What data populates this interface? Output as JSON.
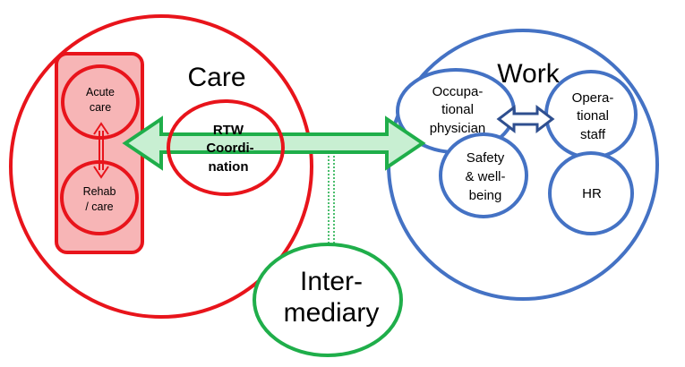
{
  "colors": {
    "care": "#e8141b",
    "care_fill": "#f7b5b6",
    "work": "#4472c4",
    "intermediary": "#1fae4a",
    "rtw_arrow": "#1fae4a",
    "rtw_arrow_fill": "#c8efd2",
    "work_arrow": "#2f4f8f",
    "background": "#ffffff"
  },
  "care": {
    "title": "Care",
    "acute_care": [
      "Acute",
      "care"
    ],
    "rehab_care": [
      "Rehab",
      "/ care"
    ],
    "rtw_coordination": [
      "RTW",
      "Coordi-",
      "nation"
    ]
  },
  "work": {
    "title": "Work",
    "occupational_physician": [
      "Occupa-",
      "tional",
      "physician"
    ],
    "operational_staff": [
      "Opera-",
      "tional",
      "staff"
    ],
    "safety_wellbeing": [
      "Safety",
      "& well-",
      "being"
    ],
    "hr": "HR"
  },
  "intermediary": {
    "label": [
      "Inter-",
      "mediary"
    ]
  },
  "icons": {
    "rtw_double_arrow": "double-arrow-icon",
    "care_vertical_arrow": "vertical-double-arrow-icon",
    "work_horizontal_arrow": "horizontal-double-arrow-icon",
    "intermediary_link": "dotted-connector-icon"
  }
}
